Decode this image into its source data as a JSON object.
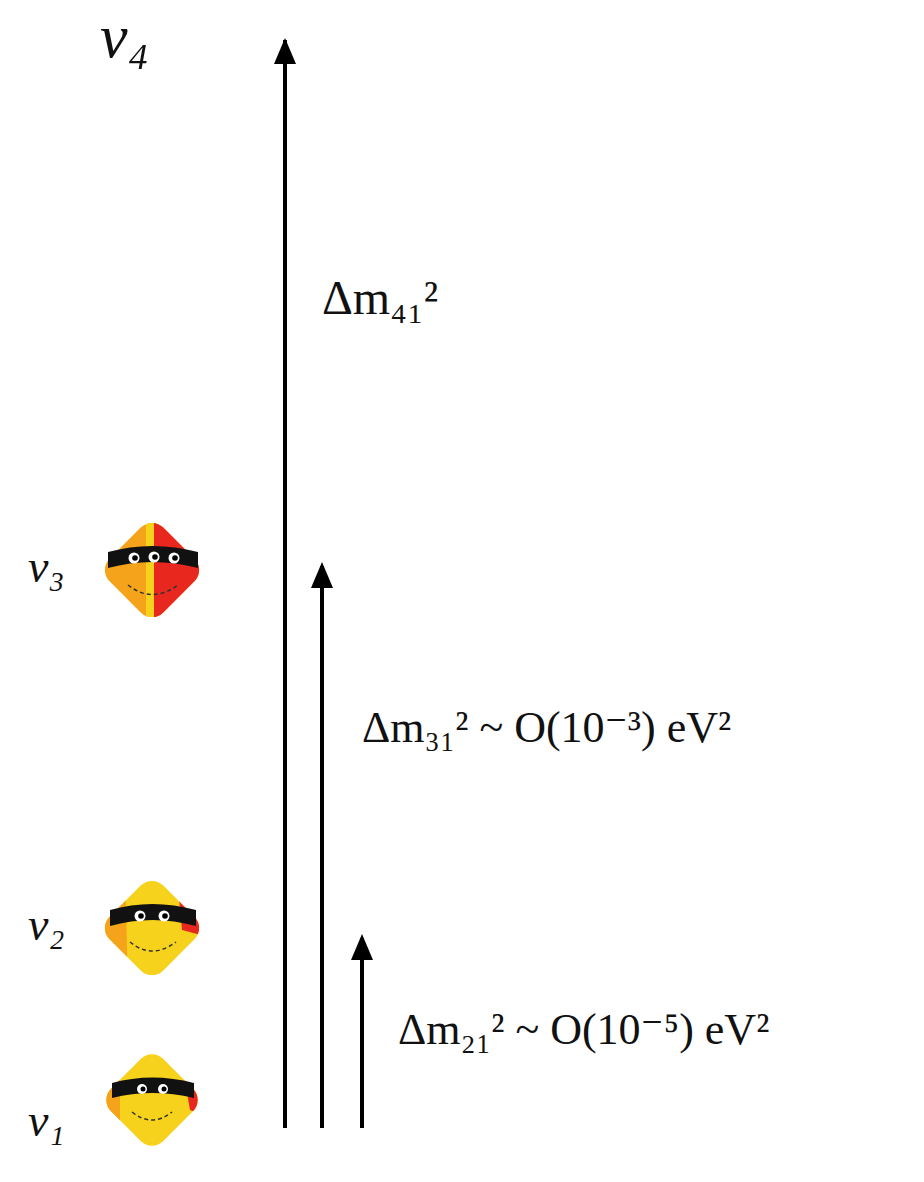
{
  "diagram": {
    "labels": [
      "ν₄",
      "Δm₄₁²",
      "ν₃",
      "Δm₃₁² ~ O(10⁻³) eV²",
      "ν₂",
      "Δm₂₁² ~ O(10⁻⁵) eV²",
      "ν₁"
    ]
  }
}
